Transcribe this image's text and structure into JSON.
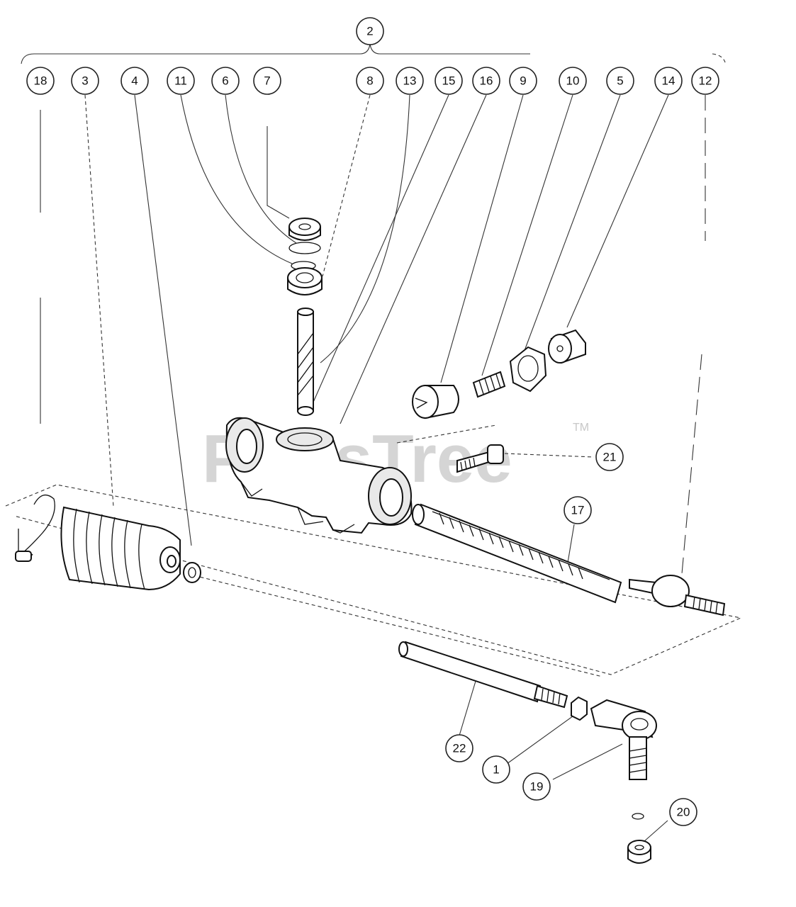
{
  "watermark": {
    "text": "PartsTree",
    "trademark": "TM"
  },
  "callouts": {
    "c2": "2",
    "c18": "18",
    "c3": "3",
    "c4": "4",
    "c11": "11",
    "c6": "6",
    "c7": "7",
    "c8": "8",
    "c13": "13",
    "c15": "15",
    "c16": "16",
    "c9": "9",
    "c10": "10",
    "c5": "5",
    "c14": "14",
    "c12": "12",
    "c21": "21",
    "c17": "17",
    "c22": "22",
    "c1": "1",
    "c19": "19",
    "c20": "20"
  }
}
